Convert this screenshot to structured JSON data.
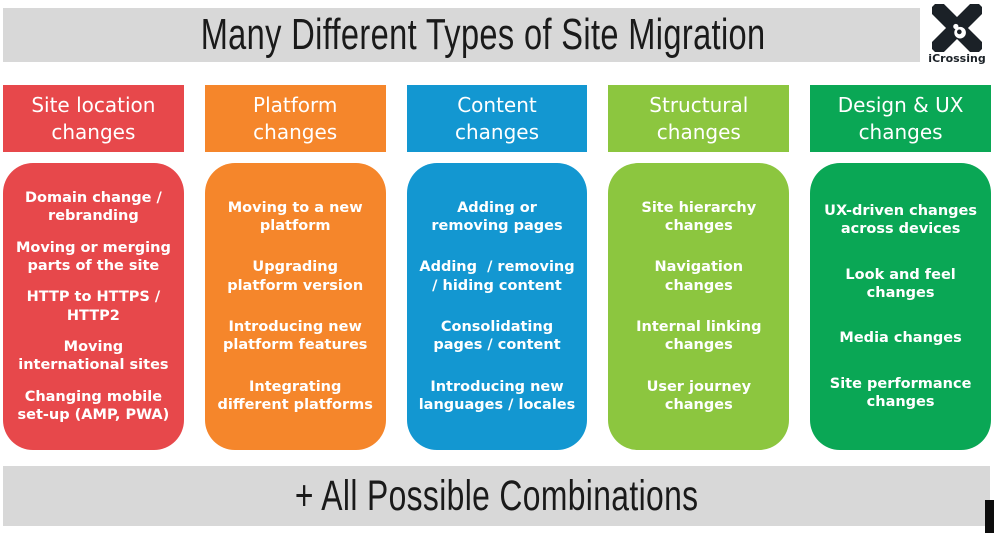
{
  "title": {
    "text": "Many Different Types of Site Migration"
  },
  "logo": {
    "label": "iCrossing",
    "icon": "icrossing-x-icon",
    "color": "#1B2127"
  },
  "footer": {
    "text": "+ All Possible Combinations"
  },
  "colors": {
    "bar_gray": "#D8D8D8",
    "title_text": "#1A1A1A",
    "edge_black": "#0D0D0D",
    "red": "#E7484B",
    "orange": "#F5862B",
    "blue": "#1397D1",
    "light_green": "#8CC63F",
    "dark_green": "#0AA755"
  },
  "columns": [
    {
      "header": "Site location\nchanges",
      "color": "#E7484B",
      "items": [
        "Domain change /\nrebranding",
        "Moving or merging\nparts of the site",
        "HTTP to HTTPS /\nHTTP2",
        "Moving\ninternational sites",
        "Changing mobile\nset-up (AMP, PWA)"
      ]
    },
    {
      "header": "Platform\nchanges",
      "color": "#F5862B",
      "items": [
        "Moving to a new\nplatform",
        "Upgrading\nplatform version",
        "Introducing new\nplatform features",
        "Integrating\ndifferent platforms"
      ]
    },
    {
      "header": "Content\nchanges",
      "color": "#1397D1",
      "items": [
        "Adding or\nremoving pages",
        "Adding  / removing\n/ hiding content",
        "Consolidating\npages / content",
        "Introducing new\nlanguages / locales"
      ]
    },
    {
      "header": "Structural\nchanges",
      "color": "#8CC63F",
      "items": [
        "Site hierarchy\nchanges",
        "Navigation\nchanges",
        "Internal linking\nchanges",
        "User journey\nchanges"
      ]
    },
    {
      "header": "Design & UX\nchanges",
      "color": "#0AA755",
      "items": [
        "UX-driven changes\nacross devices",
        "Look and feel\nchanges",
        "Media changes",
        "Site performance\nchanges"
      ]
    }
  ]
}
